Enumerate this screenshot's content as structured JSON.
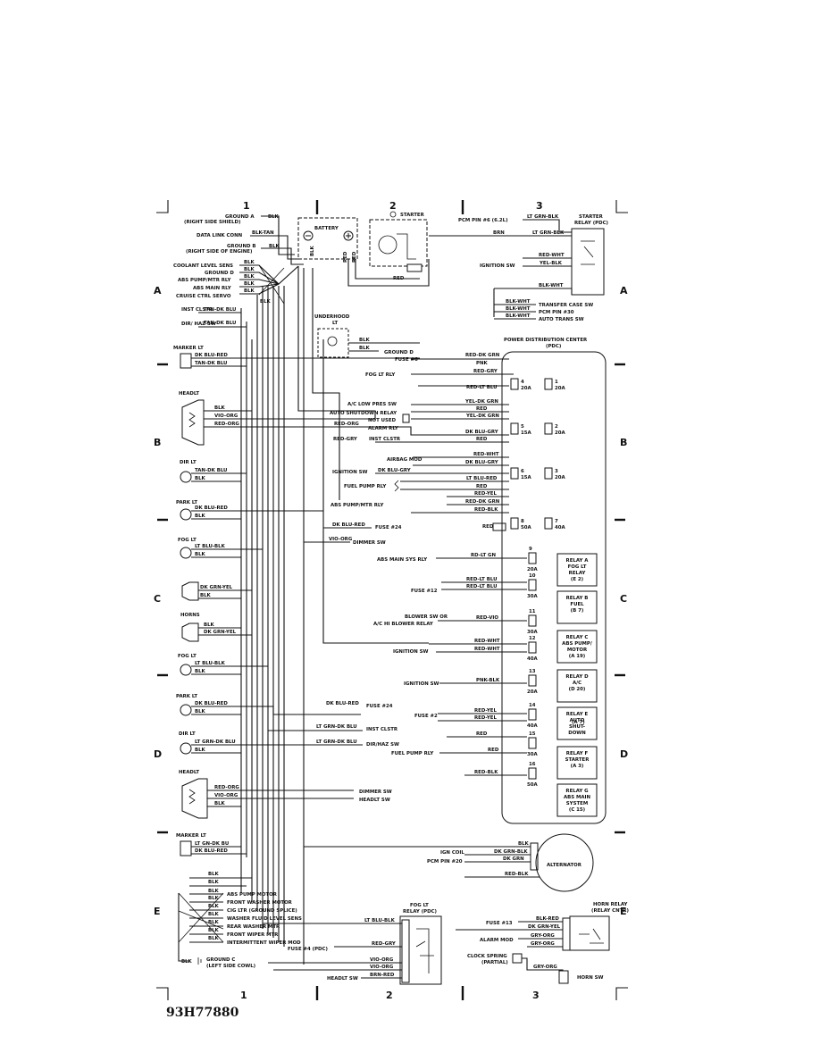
{
  "grid": {
    "columns": [
      "1",
      "2",
      "3"
    ],
    "rows": [
      "A",
      "B",
      "C",
      "D",
      "E"
    ]
  },
  "doc_id": "93H77880",
  "left_side": {
    "ground_a": "GROUND A",
    "ground_a_loc": "(RIGHT SIDE SHIELD)",
    "data_link": "DATA LINK CONN",
    "ground_b": "GROUND B",
    "ground_b_loc": "(RIGHT SIDE OF ENGINE)",
    "splice_loads": [
      "COOLANT LEVEL SENS",
      "GROUND D",
      "ABS PUMP/MTR RLY",
      "ABS MAIN RLY",
      "CRUISE CTRL SERVO"
    ],
    "inst_clstr": "INST CLSTR",
    "dir_haz_sw": "DIR/ HAZ SW",
    "marker_lt": "MARKER LT",
    "headlt": "HEADLT",
    "dir_lt": "DIR LT",
    "park_lt": "PARK LT",
    "fog_lt": "FOG LT",
    "horns": "HORNS"
  },
  "wire_colors": {
    "blk": "BLK",
    "blk_tan": "BLK-TAN",
    "tan_dk_blu": "TAN-DK BLU",
    "dk_blu_red": "DK BLU-RED",
    "vio_org": "VIO-ORG",
    "red_org": "RED-ORG",
    "lt_blu_blk": "LT BLU-BLK",
    "dk_grn_yel": "DK GRN-YEL",
    "lt_grn_dk_blu": "LT GRN-DK BLU",
    "lt_gn_dk_bu": "LT GN-DK BU",
    "dk_blu_red_wire": "DK BLU-RED",
    "red": "RED",
    "brn": "BRN",
    "lt_grn_blk": "LT GRN-BLK",
    "red_wht": "RED-WHT",
    "yel_blk": "YEL-BLK",
    "blk_wht": "BLK-WHT",
    "red_dk_grn": "RED-DK GRN",
    "pnk": "PNK",
    "red_gry": "RED-GRY",
    "red_lt_blu": "RED-LT BLU",
    "yel_dk_grn": "YEL-DK GRN",
    "dk_blu_gry": "DK BLU-GRY",
    "lt_blu_red": "LT BLU-RED",
    "red_yel": "RED-YEL",
    "red_blk": "RED-BLK",
    "rd_lt_gn": "RD-LT GN",
    "red_vio": "RED-VIO",
    "pnk_blk": "PNK-BLK",
    "dk_grn": "DK GRN",
    "dk_grn_blk": "DK GRN-BLK",
    "blk_red": "BLK-RED",
    "gry_org": "GRY-ORG",
    "brn_red": "BRN-RED",
    "dk_grn_yel2": "DK GRN-YEL"
  },
  "top": {
    "battery": "BATTERY",
    "starter": "STARTER",
    "starter_relay": "STARTER",
    "starter_relay2": "RELAY (PDC)",
    "pcm_pin": "PCM PIN #6 (6.2L)",
    "ignition_sw": "IGNITION SW",
    "transfer_case_sw": "TRANSFER CASE SW",
    "pcm_pin_30": "PCM PIN #30",
    "auto_trans_sw": "AUTO TRANS SW"
  },
  "underhood": {
    "title": "UNDERHOOD",
    "title2": "LT",
    "ground_d": "GROUND D",
    "fuse_6": "FUSE #6",
    "fog_lt_rly": "FOG LT RLY"
  },
  "pdc": {
    "title": "POWER DISTRIBUTION CENTER",
    "subtitle": "(PDC)",
    "fuses": [
      {
        "num": "4",
        "amp": "20A"
      },
      {
        "num": "1",
        "amp": "20A"
      },
      {
        "num": "5",
        "amp": "15A"
      },
      {
        "num": "2",
        "amp": "20A"
      },
      {
        "num": "6",
        "amp": "15A"
      },
      {
        "num": "3",
        "amp": "20A"
      },
      {
        "num": "8",
        "amp": "50A"
      },
      {
        "num": "7",
        "amp": "40A"
      },
      {
        "num": "9",
        "amp": "20A"
      },
      {
        "num": "10",
        "amp": "30A"
      },
      {
        "num": "11",
        "amp": "30A"
      },
      {
        "num": "12",
        "amp": "40A"
      },
      {
        "num": "13",
        "amp": "20A"
      },
      {
        "num": "14",
        "amp": "40A"
      },
      {
        "num": "15",
        "amp": "30A"
      },
      {
        "num": "16",
        "amp": "50A"
      }
    ],
    "relays": [
      {
        "l1": "RELAY A",
        "l2": "FOG LT",
        "l3": "RELAY",
        "l4": "(E 2)"
      },
      {
        "l1": "RELAY B",
        "l2": "FUEL",
        "l3": "(B 7)",
        "l4": ""
      },
      {
        "l1": "RELAY C",
        "l2": "ABS PUMP/",
        "l3": "MOTOR",
        "l4": "(A 19)"
      },
      {
        "l1": "RELAY D",
        "l2": "A/C",
        "l3": "(D 20)",
        "l4": ""
      },
      {
        "l1": "RELAY E",
        "l2": "AUTO",
        "l3": "SHUT-",
        "l4": "DOWN"
      },
      {
        "l1": "RELAY F",
        "l2": "STARTER",
        "l3": "(A 3)",
        "l4": ""
      },
      {
        "l1": "RELAY G",
        "l2": "ABS MAIN",
        "l3": "SYSTEM",
        "l4": "(C 15)"
      }
    ],
    "relay_e_loc": "(A 7)"
  },
  "middle_loads": {
    "ac_low_pres": "A/C LOW PRES SW",
    "auto_shutdown": "AUTO SHUTDOWN RELAY",
    "not_used": "NOT USED",
    "alarm_rly": "ALARM RLY",
    "inst_clstr": "INST CLSTR",
    "airbag_mod": "AIRBAG MOD",
    "ignition_sw": "IGNITION SW",
    "fuel_pump_rly": "FUEL PUMP RLY",
    "abs_pump_rly": "ABS PUMP/MTR RLY",
    "fuse_24": "FUSE #24",
    "dimmer_sw": "DIMMER SW",
    "abs_main_sys": "ABS MAIN SYS RLY",
    "fuse_12": "FUSE #12",
    "blower_sw": "BLOWER SW OR",
    "blower_sw2": "A/C HI BLOWER RELAY",
    "ignition_sw2": "IGNITION SW",
    "ignition_sw3": "IGNITION SW",
    "fuse_2": "FUSE #2",
    "fuel_pump_rly2": "FUEL PUMP RLY",
    "fuse_24b": "FUSE #24",
    "inst_clstr2": "INST CLSTR",
    "dir_haz_sw": "DIR/HAZ SW",
    "dimmer_sw2": "DIMMER SW",
    "headlt_sw": "HEADLT SW"
  },
  "bottom": {
    "ign_coil": "IGN COIL",
    "pcm_pin_20": "PCM PIN #20",
    "alternator": "ALTERNATOR",
    "splice_loads": [
      "ABS PUMP MOTOR",
      "FRONT WASHER MOTOR",
      "CIG LTR (GROUND SPLICE)",
      "WASHER FLUID LEVEL SENS",
      "REAR WASHER MTR",
      "FRONT WIPER MTR",
      "INTERMITTENT WIPER MOD"
    ],
    "ground_c": "GROUND C",
    "ground_c_loc": "(LEFT SIDE COWL)",
    "fog_relay": "FOG LT",
    "fog_relay2": "RELAY (PDC)",
    "fuse_4": "FUSE #4 (PDC)",
    "headlt_sw": "HEADLT SW",
    "horn_relay": "HORN RELAY",
    "horn_relay2": "(RELAY CNTR)",
    "fuse_13": "FUSE #13",
    "alarm_mod": "ALARM MOD",
    "clock_spring": "CLOCK SPRING",
    "clock_spring2": "(PARTIAL)",
    "horn_sw": "HORN SW"
  }
}
